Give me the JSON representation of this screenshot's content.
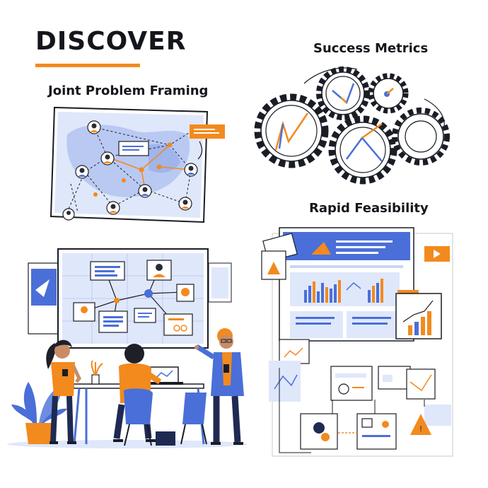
{
  "header": {
    "title": "DISCOVER"
  },
  "sections": {
    "joint_problem_framing": "Joint Problem Framing",
    "success_metrics": "Success Metrics",
    "rapid_feasibility": "Rapid Feasibility"
  },
  "colors": {
    "accent": "#f28a1e",
    "blue": "#4a6fd8",
    "light_blue": "#c9d6f5",
    "dark": "#14161c"
  }
}
